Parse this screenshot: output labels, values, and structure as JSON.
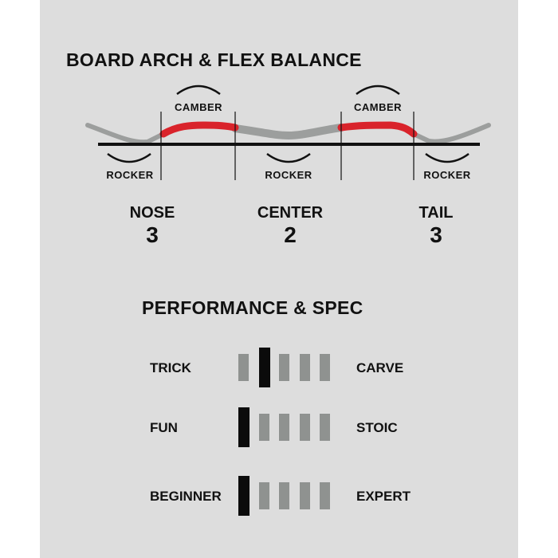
{
  "arch": {
    "title": "BOARD ARCH & FLEX BALANCE",
    "profile_labels": [
      {
        "text": "ROCKER",
        "type": "rocker"
      },
      {
        "text": "CAMBER",
        "type": "camber"
      },
      {
        "text": "ROCKER",
        "type": "rocker"
      },
      {
        "text": "CAMBER",
        "type": "camber"
      },
      {
        "text": "ROCKER",
        "type": "rocker"
      }
    ],
    "zones": [
      {
        "name": "NOSE",
        "flex": "3"
      },
      {
        "name": "CENTER",
        "flex": "2"
      },
      {
        "name": "TAIL",
        "flex": "3"
      }
    ],
    "colors": {
      "camber": "#d9232b",
      "rocker": "#9c9e9d",
      "baseline": "#111111"
    }
  },
  "performance": {
    "title": "PERFORMANCE & SPEC",
    "segments": 5,
    "rows": [
      {
        "left": "TRICK",
        "right": "CARVE",
        "level": 2
      },
      {
        "left": "FUN",
        "right": "STOIC",
        "level": 1
      },
      {
        "left": "BEGINNER",
        "right": "EXPERT",
        "level": 1
      }
    ]
  }
}
